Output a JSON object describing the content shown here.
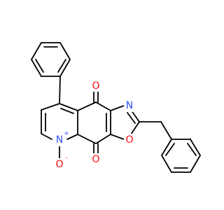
{
  "molecule": {
    "colors": {
      "bond": "#000000",
      "oxygen": "#ff0d0d",
      "nitrogen": "#3050f8"
    },
    "labels": {
      "oxo_top": "O",
      "oxo_bottom": "O",
      "oxazole_n": "N",
      "oxazole_o": "O",
      "pyridine_n": "N",
      "n_oxide_o": "O"
    },
    "charges": {
      "n_plus": "+",
      "o_minus": "-"
    }
  }
}
